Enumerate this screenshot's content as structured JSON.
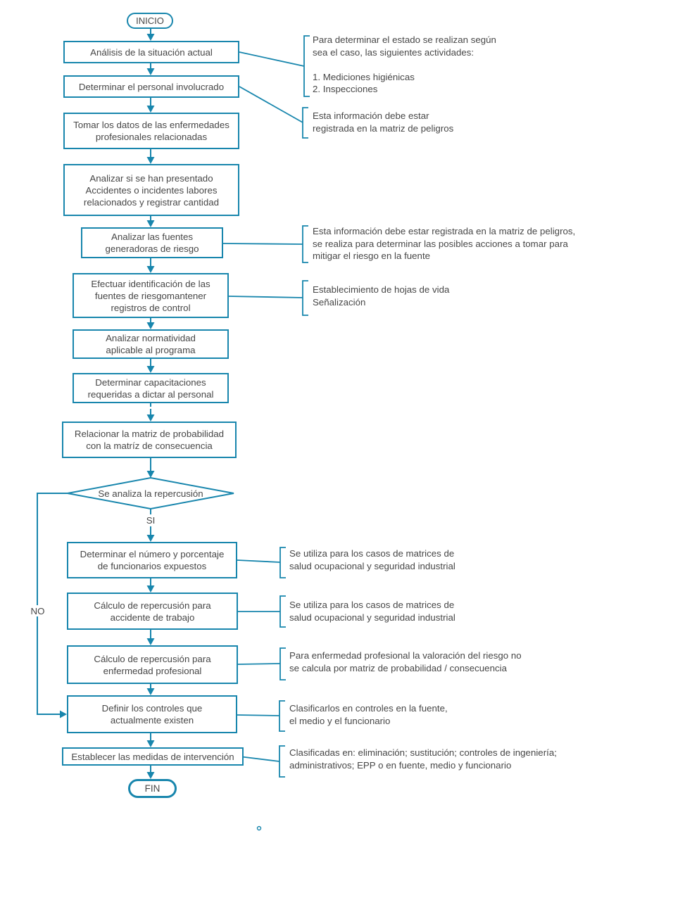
{
  "flowchart": {
    "accent_color": "#1886ad",
    "text_color": "#474747",
    "start_label": "INICIO",
    "end_label": "FIN",
    "decision_label": "Se analiza la repercusión",
    "yes_label": "SI",
    "no_label": "NO",
    "steps": [
      {
        "label": "Análisis de la situación actual"
      },
      {
        "label": "Determinar el personal involucrado"
      },
      {
        "label": "Tomar los datos de las enfermedades\nprofesionales relacionadas"
      },
      {
        "label": "Analizar si se han presentado\nAccidentes o incidentes labores\nrelacionados y registrar cantidad"
      },
      {
        "label": "Analizar las fuentes\ngeneradoras de riesgo"
      },
      {
        "label": "Efectuar identificación de las\nfuentes de riesgomantener\nregistros de control"
      },
      {
        "label": "Analizar normatividad\naplicable al programa"
      },
      {
        "label": "Determinar capacitaciones\nrequeridas a dictar al personal"
      },
      {
        "label": "Relacionar la matriz de probabilidad\ncon la matríz de consecuencia"
      },
      {
        "label": "Determinar el número y porcentaje\nde funcionarios expuestos"
      },
      {
        "label": "Cálculo de repercusión para\naccidente de trabajo"
      },
      {
        "label": "Cálculo de repercusión para\nenfermedad profesional"
      },
      {
        "label": "Definir los controles que\nactualmente existen"
      },
      {
        "label": "Establecer las medidas de intervención"
      }
    ],
    "annotations": [
      {
        "text": "Para determinar el estado se realizan según\nsea el caso, las siguientes actividades:\n\n1. Mediciones higiénicas\n2. Inspecciones"
      },
      {
        "text": "Esta información debe estar\nregistrada en la matriz de peligros"
      },
      {
        "text": "Esta información debe estar registrada en la matriz de peligros,\nse realiza para determinar las posibles acciones a tomar para\nmitigar el riesgo en la fuente"
      },
      {
        "text": "Establecimiento de hojas de vida\nSeñalización"
      },
      {
        "text": "Se utiliza para los casos de matrices de\nsalud ocupacional y seguridad industrial"
      },
      {
        "text": "Se utiliza para los casos de matrices de\nsalud ocupacional y seguridad industrial"
      },
      {
        "text": "Para enfermedad profesional la valoración del riesgo no\nse calcula por matriz de probabilidad / consecuencia"
      },
      {
        "text": "Clasificarlos en controles en la fuente,\nel medio y el funcionario"
      },
      {
        "text": "Clasificadas en: eliminación; sustitución; controles de ingeniería;\nadministrativos; EPP o en fuente, medio y funcionario"
      }
    ]
  }
}
